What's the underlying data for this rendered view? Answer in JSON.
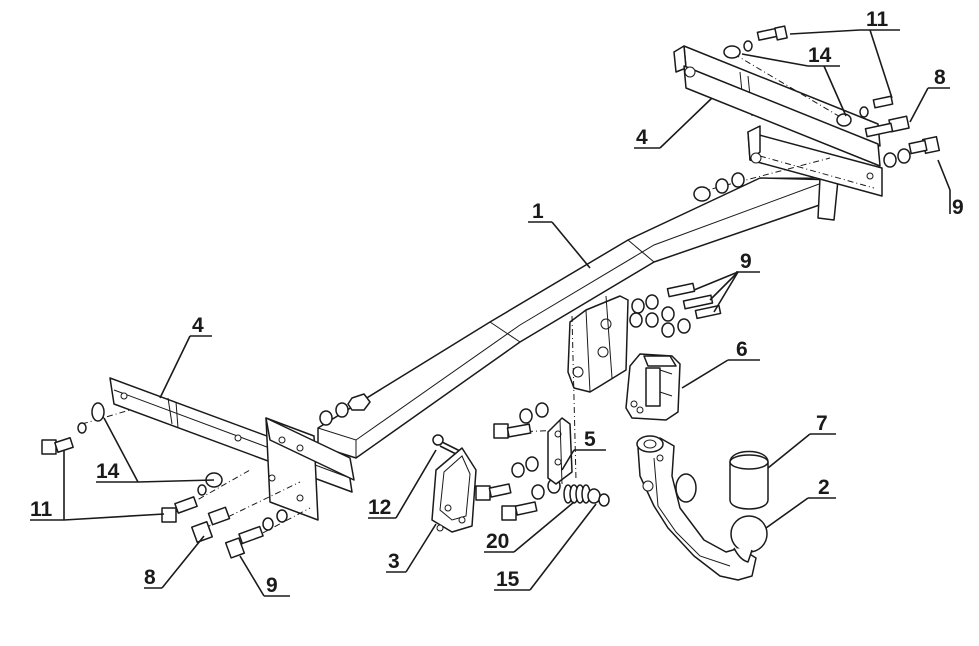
{
  "labels": {
    "p1": "1",
    "p2": "2",
    "p3": "3",
    "p4a": "4",
    "p4b": "4",
    "p5": "5",
    "p6": "6",
    "p7": "7",
    "p8a": "8",
    "p8b": "8",
    "p9a": "9",
    "p9b": "9",
    "p9c": "9",
    "p11a": "11",
    "p11b": "11",
    "p12": "12",
    "p14a": "14",
    "p14b": "14",
    "p15": "15",
    "p20": "20"
  },
  "colors": {
    "line": "#1a1a1a",
    "fill": "#ffffff",
    "shade": "#d9d9d9"
  }
}
